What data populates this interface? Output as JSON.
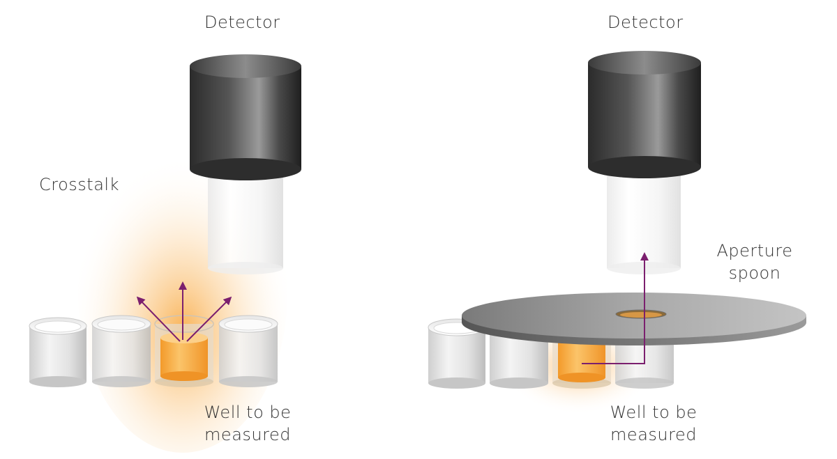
{
  "panels": {
    "left": {
      "detector_label": "Detector",
      "crosstalk_label": "Crosstalk",
      "well_label_line1": "Well to be",
      "well_label_line2": "measured"
    },
    "right": {
      "detector_label": "Detector",
      "aperture_label_line1": "Aperture",
      "aperture_label_line2": "spoon",
      "well_label_line1": "Well to be",
      "well_label_line2": "measured"
    }
  },
  "colors": {
    "arrow": "#7b1f6e",
    "glow": "#f9b24a",
    "sample": "#f5a93c",
    "detector": "#3a3a3a",
    "spoon": "#8a8a8a",
    "text": "#333333"
  },
  "icons": {
    "detector": "cylinder-detector-icon",
    "well": "cylinder-well-icon",
    "spoon": "aperture-disc-icon"
  }
}
